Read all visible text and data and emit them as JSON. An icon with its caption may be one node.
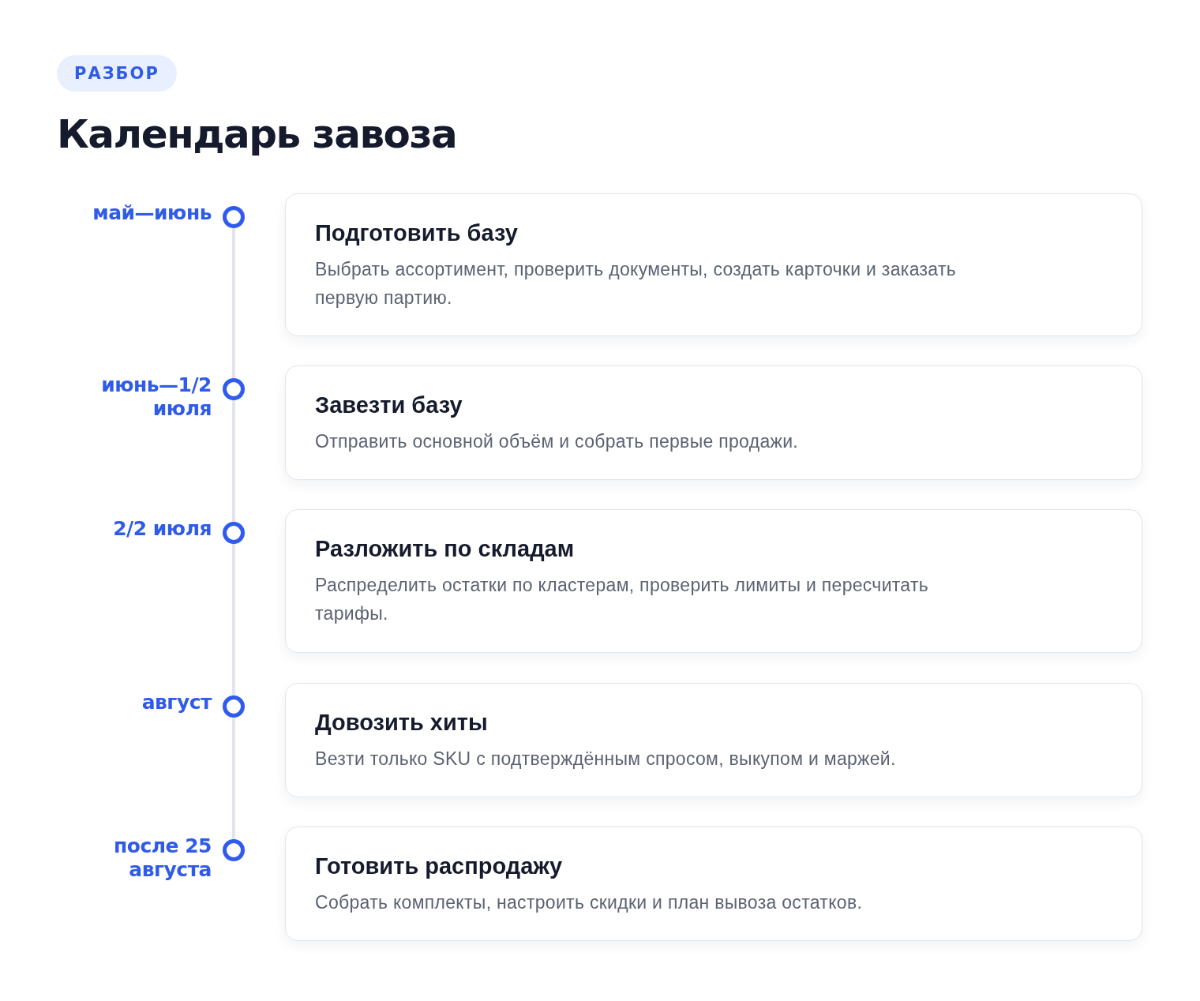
{
  "diagram": {
    "title": "Календарь завоза",
    "nodes": [
      {
        "text": [
          "РАЗБОР"
        ]
      },
      {
        "text": [],
        "shape": "circle",
        "beside": [
          "май—июнь"
        ]
      },
      {
        "text": [
          "Подготовить базу",
          "Выбрать ассортимент, проверить документы, создать карточки и заказать первую партию."
        ]
      },
      {
        "text": [],
        "shape": "circle",
        "beside": [
          "июнь—1/2 июля"
        ]
      },
      {
        "text": [
          "Завезти базу",
          "Отправить основной объём и собрать первые продажи."
        ]
      },
      {
        "text": [],
        "shape": "circle",
        "beside": [
          "2/2 июля"
        ]
      },
      {
        "text": [
          "Разложить по складам",
          "Распределить остатки по кластерам, проверить лимиты и пересчитать тарифы."
        ]
      },
      {
        "text": [],
        "shape": "circle",
        "beside": [
          "август"
        ]
      },
      {
        "text": [
          "Довозить хиты",
          "Везти только SKU с подтверждённым спросом, выкупом и маржей."
        ]
      },
      {
        "text": [],
        "shape": "circle",
        "beside": [
          "после 25 августа"
        ]
      },
      {
        "text": [
          "Готовить распродажу",
          "Собрать комплекты, настроить скидки и план вывоза остатков."
        ]
      }
    ],
    "edges": [
      {
        "from": 1,
        "to": 3,
        "arrow": "none"
      },
      {
        "from": 3,
        "to": 5,
        "arrow": "none"
      },
      {
        "from": 5,
        "to": 7,
        "arrow": "none"
      },
      {
        "from": 7,
        "to": 9,
        "arrow": "none"
      }
    ]
  }
}
